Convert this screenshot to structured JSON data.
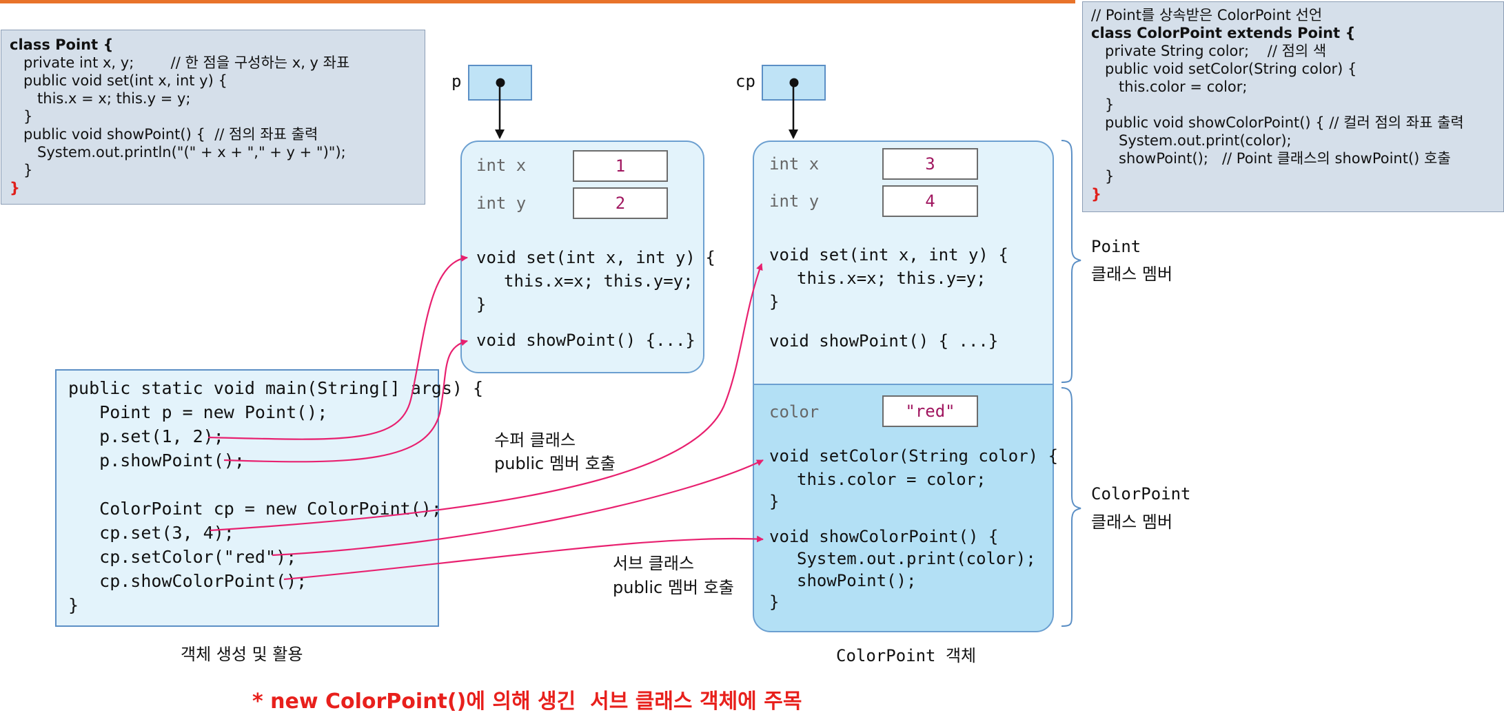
{
  "point_code": {
    "lines": [
      "class Point {",
      "   private int x, y;        // 한 점을 구성하는 x, y 좌표",
      "   public void set(int x, int y) {",
      "      this.x = x; this.y = y;",
      "   }",
      "   public void showPoint() {  // 점의 좌표 출력",
      "      System.out.println(\"(\" + x + \",\" + y + \")\");",
      "   }",
      "}"
    ]
  },
  "colorpoint_code": {
    "lines": [
      "// Point를 상속받은 ColorPoint 선언",
      "class ColorPoint extends Point {",
      "   private String color;    // 점의 색",
      "   public void setColor(String color) {",
      "      this.color = color;",
      "   }",
      "   public void showColorPoint() { // 컬러 점의 좌표 출력",
      "      System.out.print(color);",
      "      showPoint();   // Point 클래스의 showPoint() 호출",
      "   }",
      "}"
    ]
  },
  "refs": {
    "p": "p",
    "cp": "cp"
  },
  "point_object": {
    "x_label": "int x",
    "x_value": "1",
    "y_label": "int y",
    "y_value": "2",
    "set_sig": "void set(int x, int y) {",
    "set_body": "this.x=x; this.y=y;",
    "close": "}",
    "show": "void showPoint() {...}"
  },
  "colorpoint_object": {
    "x_label": "int x",
    "x_value": "3",
    "y_label": "int y",
    "y_value": "4",
    "set_sig": "void set(int x, int y) {",
    "set_body": "this.x=x; this.y=y;",
    "close": "}",
    "show": "void showPoint() { ...}",
    "color_label": "color",
    "color_value": "\"red\"",
    "setcolor_sig": "void setColor(String color) {",
    "setcolor_body": "this.color = color;",
    "showcolor_sig": "void showColorPoint() {",
    "showcolor_line1": "System.out.print(color);",
    "showcolor_line2": "showPoint();",
    "caption": "ColorPoint 객체"
  },
  "main_code": {
    "lines": [
      "public static void main(String[] args) {",
      "   Point p = new Point();",
      "   p.set(1, 2);",
      "   p.showPoint();",
      "",
      "   ColorPoint cp = new ColorPoint();",
      "   cp.set(3, 4);",
      "   cp.setColor(\"red\");",
      "   cp.showColorPoint();",
      "}"
    ],
    "caption": "객체 생성 및 활용"
  },
  "labels": {
    "super_call_1": "수퍼 클래스",
    "super_call_2": "public 멤버 호출",
    "sub_call_1": "서브 클래스",
    "sub_call_2": "public 멤버 호출",
    "point_members_1": "Point",
    "point_members_2": "클래스 멤버",
    "colorpoint_members_1": "ColorPoint",
    "colorpoint_members_2": "클래스 멤버"
  },
  "footnote": "* new ColorPoint()에 의해 생긴  서브 클래스 객체에 주목",
  "colors": {
    "accent_bar": "#e8732a",
    "arrow": "#e8206f",
    "keyword": "#a0165f",
    "field": "#1d78c1",
    "note": "#e8201c"
  }
}
